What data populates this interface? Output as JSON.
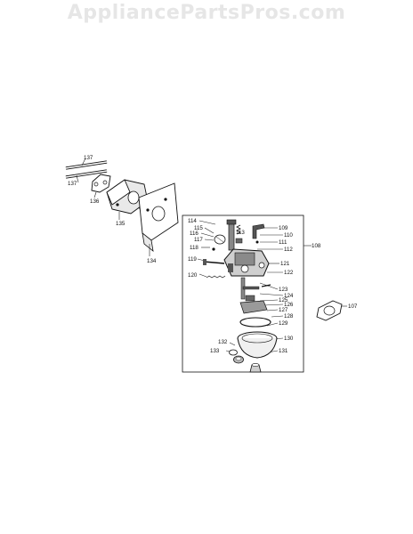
{
  "watermark": "AppliancePartsPros.com",
  "labels": {
    "p137a": "137",
    "p137b": "137",
    "p136": "136",
    "p135": "135",
    "p134": "134",
    "p114": "114",
    "p115": "115",
    "p116": "116",
    "p117": "117",
    "p118": "118",
    "p113": "113",
    "p109": "109",
    "p110": "110",
    "p111": "111",
    "p112": "112",
    "p108": "108",
    "p119": "119",
    "p120": "120",
    "p121": "121",
    "p122": "122",
    "p123": "123",
    "p124": "124",
    "p125": "125",
    "p126": "126",
    "p127": "127",
    "p128": "128",
    "p129": "129",
    "p130": "130",
    "p107": "107",
    "p132": "132",
    "p133": "133",
    "p131": "131"
  }
}
